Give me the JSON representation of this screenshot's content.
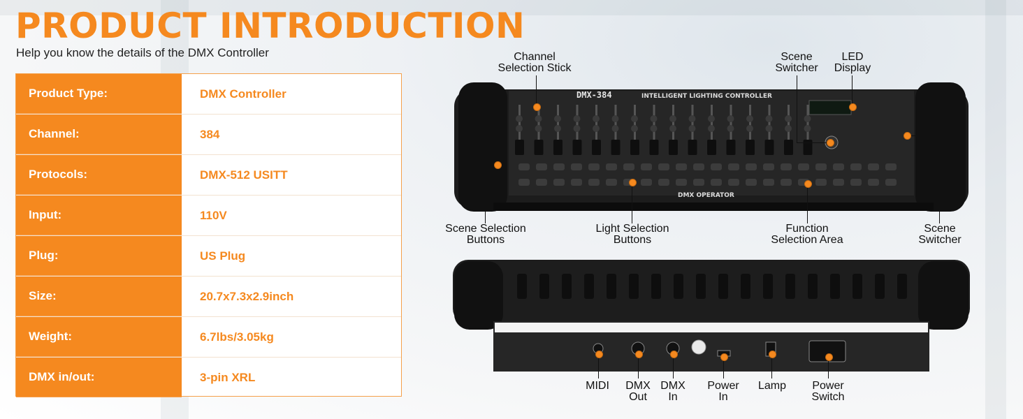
{
  "header": {
    "title": "PRODUCT INTRODUCTION",
    "subtitle": "Help you know the details of the DMX Controller"
  },
  "specs": [
    {
      "label": "Product Type:",
      "value": "DMX Controller"
    },
    {
      "label": "Channel:",
      "value": "384"
    },
    {
      "label": "Protocols:",
      "value": "DMX-512 USITT"
    },
    {
      "label": "Input:",
      "value": "110V"
    },
    {
      "label": "Plug:",
      "value": "US Plug"
    },
    {
      "label": "Size:",
      "value": "20.7x7.3x2.9inch"
    },
    {
      "label": "Weight:",
      "value": "6.7lbs/3.05kg"
    },
    {
      "label": "DMX in/out:",
      "value": "3-pin XRL"
    }
  ],
  "device": {
    "model": "DMX-384",
    "panel_title": "INTELLIGENT LIGHTING CONTROLLER",
    "operator_label": "DMX OPERATOR"
  },
  "callouts_top": {
    "channel_stick": "Channel\nSelection Stick",
    "scene_switcher_top": "Scene\nSwitcher",
    "led_display": "LED\nDisplay",
    "scene_buttons": "Scene Selection\nButtons",
    "light_buttons": "Light Selection\nButtons",
    "function_area": "Function\nSelection Area",
    "scene_switcher_right": "Scene\nSwitcher"
  },
  "callouts_back": {
    "midi": "MIDI",
    "dmx_out": "DMX\nOut",
    "dmx_in": "DMX\nIn",
    "power_in": "Power\nIn",
    "lamp": "Lamp",
    "power_switch": "Power\nSwitch"
  },
  "colors": {
    "accent": "#f5891f",
    "device": "#1c1c1c"
  }
}
